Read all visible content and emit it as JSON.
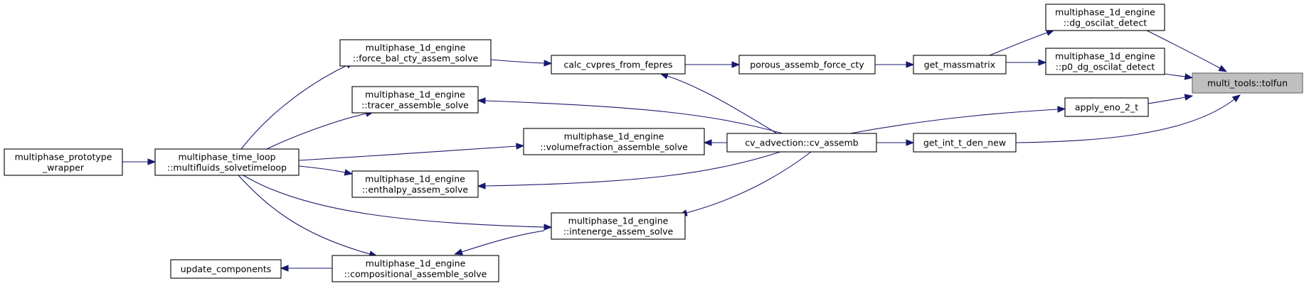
{
  "diagram": {
    "type": "call-graph",
    "nodes": [
      {
        "id": "tolfun",
        "label": "multi_tools::tolfun",
        "target": true
      },
      {
        "id": "dg_osc",
        "label": "multiphase_1d_engine\n::dg_oscilat_detect"
      },
      {
        "id": "p0dg_osc",
        "label": "multiphase_1d_engine\n::p0_dg_oscilat_detect"
      },
      {
        "id": "eno",
        "label": "apply_eno_2_t"
      },
      {
        "id": "intden",
        "label": "get_int_t_den_new"
      },
      {
        "id": "massm",
        "label": "get_massmatrix"
      },
      {
        "id": "porous",
        "label": "porous_assemb_force_cty"
      },
      {
        "id": "calccv",
        "label": "calc_cvpres_from_fepres"
      },
      {
        "id": "cvass",
        "label": "cv_advection::cv_assemb"
      },
      {
        "id": "force",
        "label": "multiphase_1d_engine\n::force_bal_cty_assem_solve"
      },
      {
        "id": "tracer",
        "label": "multiphase_1d_engine\n::tracer_assemble_solve"
      },
      {
        "id": "volfrac",
        "label": "multiphase_1d_engine\n::volumefraction_assemble_solve"
      },
      {
        "id": "enth",
        "label": "multiphase_1d_engine\n::enthalpy_assem_solve"
      },
      {
        "id": "inter",
        "label": "multiphase_1d_engine\n::intenerge_assem_solve"
      },
      {
        "id": "comp",
        "label": "multiphase_1d_engine\n::compositional_assemble_solve"
      },
      {
        "id": "loop",
        "label": "multiphase_time_loop\n::multifluids_solvetimeloop"
      },
      {
        "id": "proto",
        "label": "multiphase_prototype\n_wrapper"
      },
      {
        "id": "update",
        "label": "update_components"
      }
    ],
    "edges": [
      {
        "from": "dg_osc",
        "to": "tolfun"
      },
      {
        "from": "p0dg_osc",
        "to": "tolfun"
      },
      {
        "from": "eno",
        "to": "tolfun"
      },
      {
        "from": "intden",
        "to": "tolfun"
      },
      {
        "from": "massm",
        "to": "dg_osc"
      },
      {
        "from": "massm",
        "to": "p0dg_osc"
      },
      {
        "from": "cvass",
        "to": "eno"
      },
      {
        "from": "cvass",
        "to": "intden"
      },
      {
        "from": "porous",
        "to": "massm"
      },
      {
        "from": "calccv",
        "to": "porous"
      },
      {
        "from": "force",
        "to": "calccv"
      },
      {
        "from": "cvass",
        "to": "calccv"
      },
      {
        "from": "cvass",
        "to": "tracer"
      },
      {
        "from": "cvass",
        "to": "volfrac"
      },
      {
        "from": "cvass",
        "to": "enth"
      },
      {
        "from": "cvass",
        "to": "inter"
      },
      {
        "from": "loop",
        "to": "force"
      },
      {
        "from": "loop",
        "to": "tracer"
      },
      {
        "from": "loop",
        "to": "volfrac"
      },
      {
        "from": "loop",
        "to": "enth"
      },
      {
        "from": "loop",
        "to": "inter"
      },
      {
        "from": "loop",
        "to": "comp"
      },
      {
        "from": "inter",
        "to": "comp"
      },
      {
        "from": "proto",
        "to": "loop"
      },
      {
        "from": "comp",
        "to": "update"
      }
    ],
    "colors": {
      "edge": "#191970",
      "node_border": "#000000",
      "target_fill": "#bfbfbf",
      "target_border": "#666666",
      "background": "#ffffff"
    }
  }
}
